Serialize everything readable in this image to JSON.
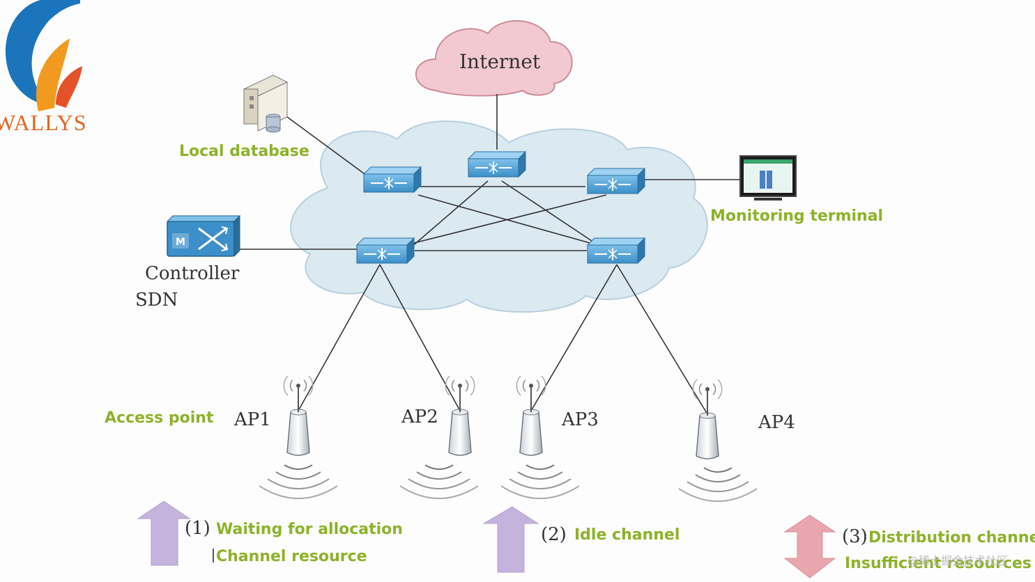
{
  "logo": {
    "text": "WALLYS"
  },
  "labels": {
    "internet": "Internet",
    "local_database": "Local database",
    "monitoring_terminal": "Monitoring terminal",
    "controller": "Controller",
    "sdn": "SDN",
    "access_point": "Access point",
    "ap1": "AP1",
    "ap2": "AP2",
    "ap3": "AP3",
    "ap4": "AP4"
  },
  "legend": {
    "item1_num": "(1)",
    "item1_line1": "Waiting for allocation",
    "item1_line2": "Channel resource",
    "item2_num": "(2)",
    "item2_text": "Idle channel",
    "item3_num": "(3)",
    "item3_line1": "Distribution channel",
    "item3_line2": "Insufficient resources"
  },
  "watermark": "@稀土掘金技术社区",
  "colors": {
    "label_green": "#8db22a",
    "switch_blue": "#3c8fc9",
    "cloud_fill": "#dbe9f1",
    "internet_fill": "#f2c9d1",
    "arrow_purple": "#c4b3dc",
    "arrow_pink": "#e9a6ae",
    "logo_blue": "#1b75bc",
    "logo_orange": "#f29a1f",
    "logo_red": "#e4522a"
  }
}
